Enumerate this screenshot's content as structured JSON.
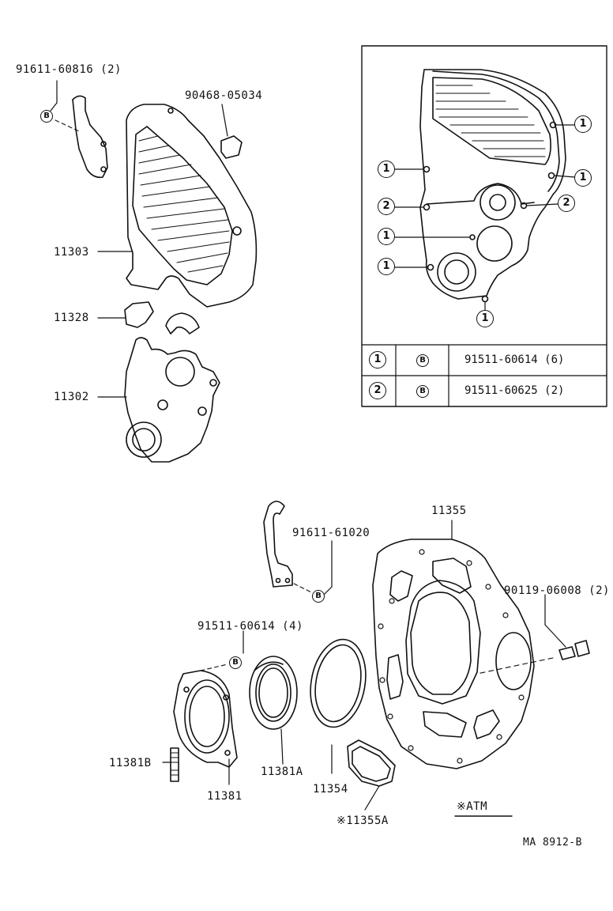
{
  "labels": {
    "bolt_top_left": "91611-60816 (2)",
    "clip_top": "90468-05034",
    "cover_no2": "11303",
    "guide": "11328",
    "cover_no1": "11302",
    "bolt_bracket": "91611-61020",
    "plate": "11355",
    "bolt_plate": "90119-06008 (2)",
    "bolt_retainer": "91511-60614 (4)",
    "stud": "11381B",
    "retainer": "11381",
    "seal": "11381A",
    "gasket": "11354",
    "cover_atm": "※11355A",
    "atm_note": "※ATM",
    "code": "MA  8912-B"
  },
  "bolt_markers": {
    "one": "1",
    "two": "2",
    "b": "B"
  },
  "table": {
    "rows": [
      {
        "ref": "1",
        "type": "B",
        "part": "91511-60614 (6)"
      },
      {
        "ref": "2",
        "type": "B",
        "part": "91511-60625 (2)"
      }
    ]
  }
}
